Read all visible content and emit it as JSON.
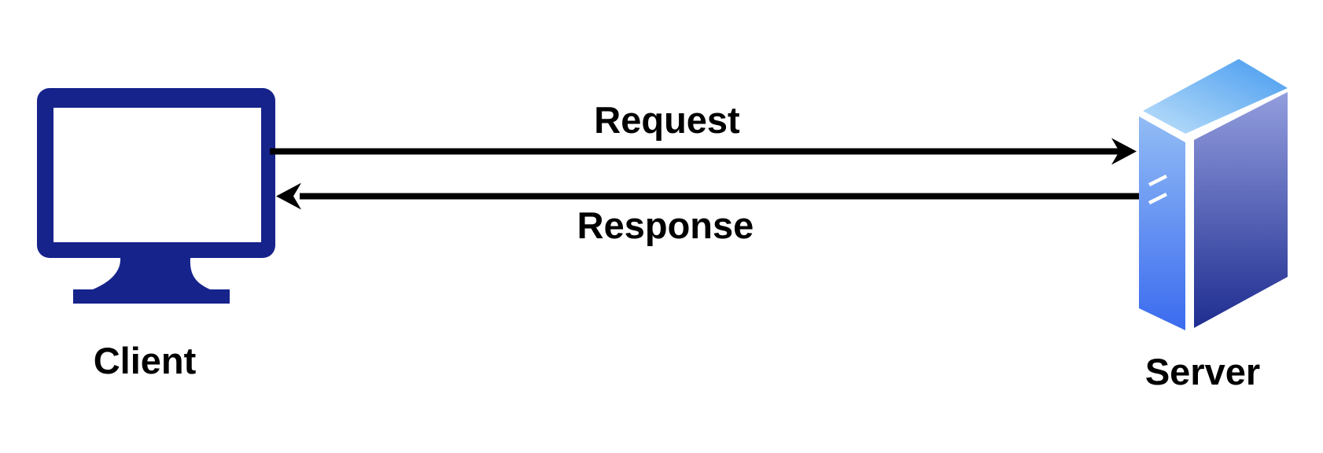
{
  "diagram": {
    "type": "client-server-sequence",
    "nodes": [
      {
        "id": "client",
        "label": "Client",
        "icon": "desktop-monitor-icon"
      },
      {
        "id": "server",
        "label": "Server",
        "icon": "server-tower-icon"
      }
    ],
    "edges": [
      {
        "label": "Request",
        "from": "client",
        "to": "server",
        "direction": "left-to-right"
      },
      {
        "label": "Response",
        "from": "server",
        "to": "client",
        "direction": "right-to-left"
      }
    ]
  },
  "colors": {
    "background": "#FFFFFF",
    "text": "#000000",
    "arrow": "#000000",
    "client_monitor": "#16238B",
    "screen": "#FFFFFF",
    "server_top_light": "#BEE0FA",
    "server_top_dark": "#459AEF",
    "server_front_light": "#92BCF5",
    "server_front_dark": "#3B6BEF",
    "server_side_light": "#939EDE",
    "server_side_dark": "#1F2D90",
    "server_detail": "#FFFFFF"
  }
}
